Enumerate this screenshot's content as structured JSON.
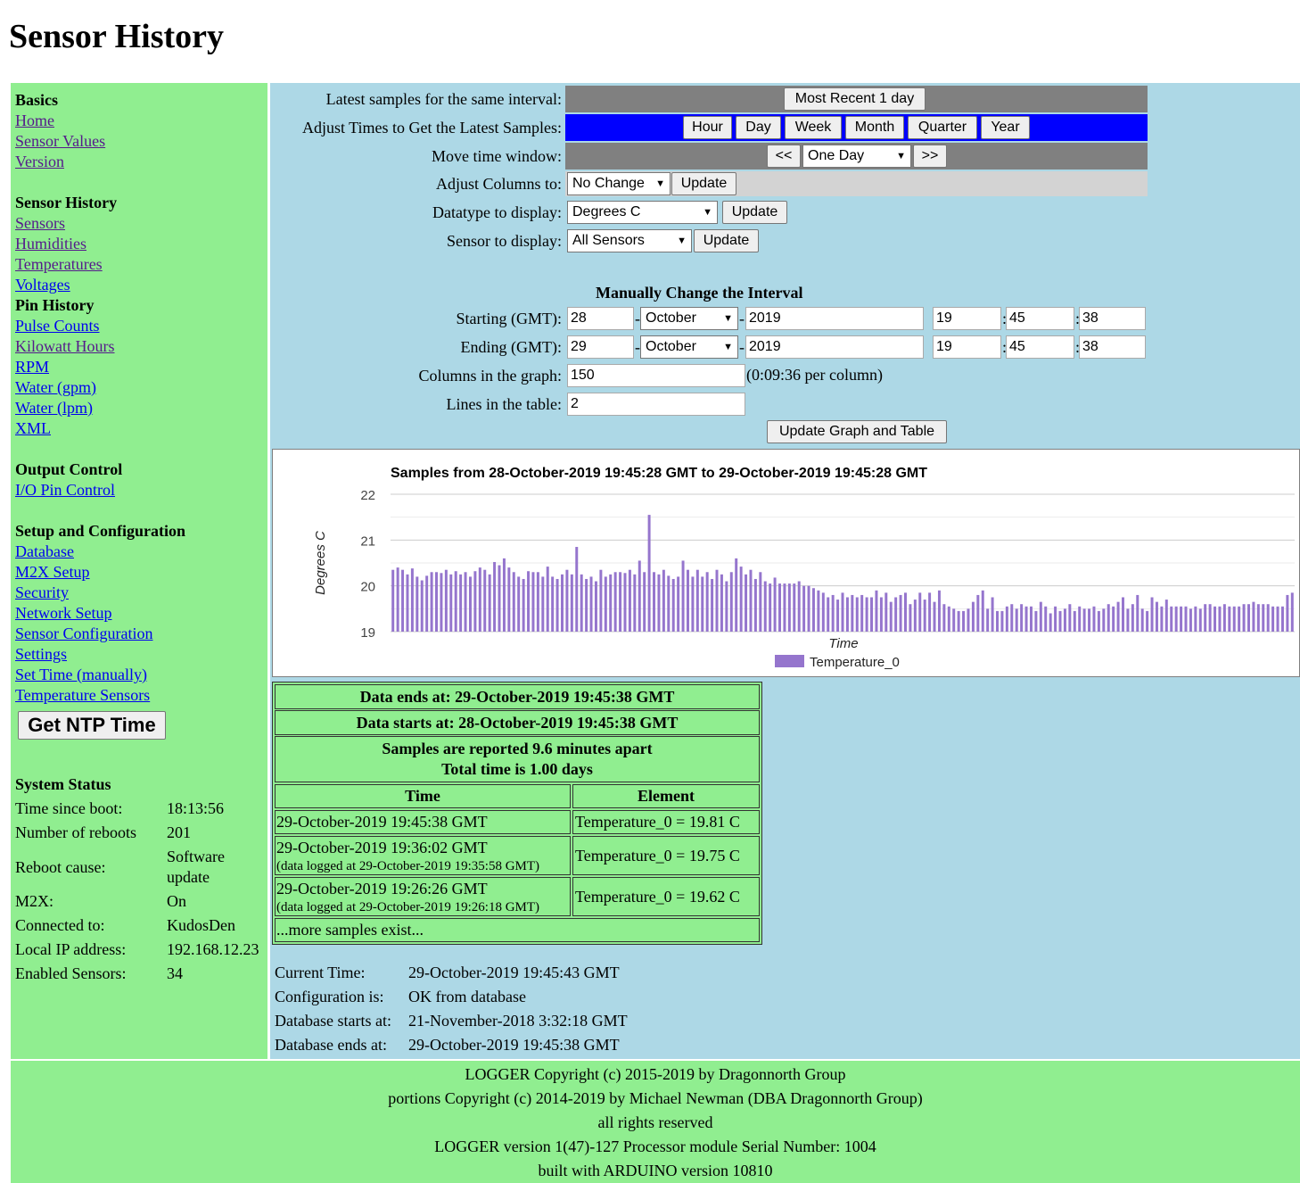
{
  "page_title": "Sensor History",
  "sidebar": {
    "basics": {
      "heading": "Basics",
      "links": [
        "Home",
        "Sensor Values",
        "Version"
      ]
    },
    "sensor_history": {
      "heading": "Sensor History",
      "links": [
        "Sensors",
        "Humidities",
        "Temperatures",
        "Voltages"
      ]
    },
    "pin_history": {
      "heading": "Pin History",
      "links": [
        "Pulse Counts",
        "Kilowatt Hours",
        "RPM",
        "Water (gpm)",
        "Water (lpm)",
        "XML"
      ]
    },
    "output_control": {
      "heading": "Output Control",
      "links": [
        "I/O Pin Control"
      ]
    },
    "setup": {
      "heading": "Setup and Configuration",
      "links": [
        "Database",
        "M2X Setup",
        "Security",
        "Network Setup",
        "Sensor Configuration",
        "Settings",
        "Set Time (manually)",
        "Temperature Sensors"
      ]
    },
    "ntp_button": "Get NTP Time",
    "status": {
      "heading": "System Status",
      "rows": [
        {
          "k": "Time since boot:",
          "v": "18:13:56"
        },
        {
          "k": "Number of reboots",
          "v": "201"
        },
        {
          "k": "Reboot cause:",
          "v": "Software update"
        },
        {
          "k": "M2X:",
          "v": "On"
        },
        {
          "k": "Connected to:",
          "v": "KudosDen"
        },
        {
          "k": "Local IP address:",
          "v": "192.168.12.23"
        },
        {
          "k": "Enabled Sensors:",
          "v": "34"
        }
      ]
    }
  },
  "controls": {
    "latest_label": "Latest samples for the same interval:",
    "latest_button": "Most Recent 1 day",
    "adjust_label": "Adjust Times to Get the Latest Samples:",
    "adjust_buttons": [
      "Hour",
      "Day",
      "Week",
      "Month",
      "Quarter",
      "Year"
    ],
    "move_label": "Move time window:",
    "move_back": "<<",
    "move_select": "One Day",
    "move_forward": ">>",
    "columns_label": "Adjust Columns to:",
    "columns_select": "No Change",
    "datatype_label": "Datatype to display:",
    "datatype_select": "Degrees C",
    "sensor_label": "Sensor to display:",
    "sensor_select": "All Sensors",
    "update_label": "Update",
    "manual_title": "Manually Change the Interval",
    "starting_label": "Starting (GMT):",
    "start": {
      "day": "28",
      "month": "October",
      "year": "2019",
      "hour": "19",
      "min": "45",
      "sec": "38"
    },
    "ending_label": "Ending (GMT):",
    "end": {
      "day": "29",
      "month": "October",
      "year": "2019",
      "hour": "19",
      "min": "45",
      "sec": "38"
    },
    "graph_cols_label": "Columns in the graph:",
    "graph_cols_value": "150",
    "per_column": "(0:09:36 per column)",
    "lines_label": "Lines in the table:",
    "lines_value": "2",
    "update_graph_button": "Update Graph and Table",
    "dash": "-",
    "colon": ":"
  },
  "chart_data": {
    "type": "bar",
    "title": "Samples from 28-October-2019 19:45:28 GMT to 29-October-2019 19:45:28 GMT",
    "xlabel": "Time",
    "ylabel": "Degrees C",
    "ylim": [
      19,
      22
    ],
    "yticks": [
      "22",
      "21",
      "20",
      "19"
    ],
    "grid": true,
    "legend_position": "bottom",
    "bar_color": "#9575cd",
    "series": [
      {
        "name": "Temperature_0",
        "values": [
          20.35,
          20.4,
          20.35,
          20.25,
          20.38,
          20.2,
          20.12,
          20.22,
          20.3,
          20.3,
          20.28,
          20.35,
          20.25,
          20.32,
          20.25,
          20.3,
          20.2,
          20.32,
          20.4,
          20.35,
          20.25,
          20.52,
          20.45,
          20.6,
          20.4,
          20.3,
          20.2,
          20.15,
          20.32,
          20.3,
          20.3,
          20.2,
          20.42,
          20.2,
          20.15,
          20.25,
          20.35,
          20.25,
          20.85,
          20.25,
          20.15,
          20.2,
          20.1,
          20.35,
          20.2,
          20.25,
          20.3,
          20.3,
          20.28,
          20.35,
          20.25,
          20.55,
          20.3,
          21.55,
          20.3,
          20.25,
          20.35,
          20.22,
          20.15,
          20.2,
          20.55,
          20.35,
          20.2,
          20.35,
          20.2,
          20.3,
          20.15,
          20.35,
          20.25,
          20.1,
          20.3,
          20.6,
          20.42,
          20.25,
          20.35,
          20.15,
          20.3,
          20.1,
          20.05,
          20.18,
          20.05,
          20.05,
          20.05,
          20.05,
          20.1,
          20.0,
          20.0,
          19.95,
          19.9,
          19.85,
          19.75,
          19.8,
          19.7,
          19.85,
          19.75,
          19.8,
          19.75,
          19.8,
          19.75,
          19.75,
          19.9,
          19.75,
          19.85,
          19.65,
          19.75,
          19.8,
          19.85,
          19.6,
          19.7,
          19.85,
          19.7,
          19.85,
          19.65,
          19.9,
          19.6,
          19.55,
          19.5,
          19.45,
          19.45,
          19.5,
          19.65,
          19.8,
          19.9,
          19.5,
          19.75,
          19.45,
          19.45,
          19.55,
          19.6,
          19.5,
          19.6,
          19.55,
          19.55,
          19.45,
          19.65,
          19.55,
          19.4,
          19.55,
          19.45,
          19.5,
          19.6,
          19.45,
          19.55,
          19.5,
          19.5,
          19.55,
          19.45,
          19.5,
          19.6,
          19.55,
          19.65,
          19.75,
          19.5,
          19.6,
          19.8,
          19.5,
          19.45,
          19.75,
          19.65,
          19.55,
          19.7,
          19.55,
          19.55,
          19.55,
          19.55,
          19.5,
          19.55,
          19.5,
          19.6,
          19.6,
          19.55,
          19.55,
          19.6,
          19.55,
          19.55,
          19.55,
          19.6,
          19.6,
          19.65,
          19.6,
          19.6,
          19.6,
          19.55,
          19.55,
          19.55,
          19.8,
          19.85
        ]
      }
    ]
  },
  "data_table": {
    "ends": "Data ends at: 29-October-2019 19:45:38 GMT",
    "starts": "Data starts at: 28-October-2019 19:45:38 GMT",
    "samples_apart": "Samples are reported 9.6 minutes apart",
    "total_time": "Total time is 1.00 days",
    "col_time": "Time",
    "col_element": "Element",
    "rows": [
      {
        "time": "29-October-2019 19:45:38 GMT",
        "logged": "",
        "element": "Temperature_0 = 19.81 C"
      },
      {
        "time": "29-October-2019 19:36:02 GMT",
        "logged": "(data logged at 29-October-2019 19:35:58 GMT)",
        "element": "Temperature_0 = 19.75 C"
      },
      {
        "time": "29-October-2019 19:26:26 GMT",
        "logged": "(data logged at 29-October-2019 19:26:18 GMT)",
        "element": "Temperature_0 = 19.62 C"
      }
    ],
    "more": "...more samples exist..."
  },
  "info": [
    {
      "k": "Current Time:",
      "v": "29-October-2019 19:45:43 GMT"
    },
    {
      "k": "Configuration is:",
      "v": "OK from database"
    },
    {
      "k": "Database starts at:",
      "v": "21-November-2018 3:32:18 GMT"
    },
    {
      "k": "Database ends at:",
      "v": "29-October-2019 19:45:38 GMT"
    }
  ],
  "footer": [
    "LOGGER Copyright (c) 2015-2019 by Dragonnorth Group",
    "portions Copyright (c) 2014-2019 by Michael Newman (DBA Dragonnorth Group)",
    "all rights reserved",
    "LOGGER version 1(47)-127 Processor module Serial Number: 1004",
    "built with ARDUINO version 10810"
  ],
  "colors": {
    "sidebar_bg": "#90ee90",
    "main_bg": "#add8e6",
    "bar_gray": "#808080",
    "bar_blue": "#0000ff",
    "bar_lightgray": "#d3d3d3",
    "link": "#0000ee",
    "visited_link": "#551a8b"
  }
}
